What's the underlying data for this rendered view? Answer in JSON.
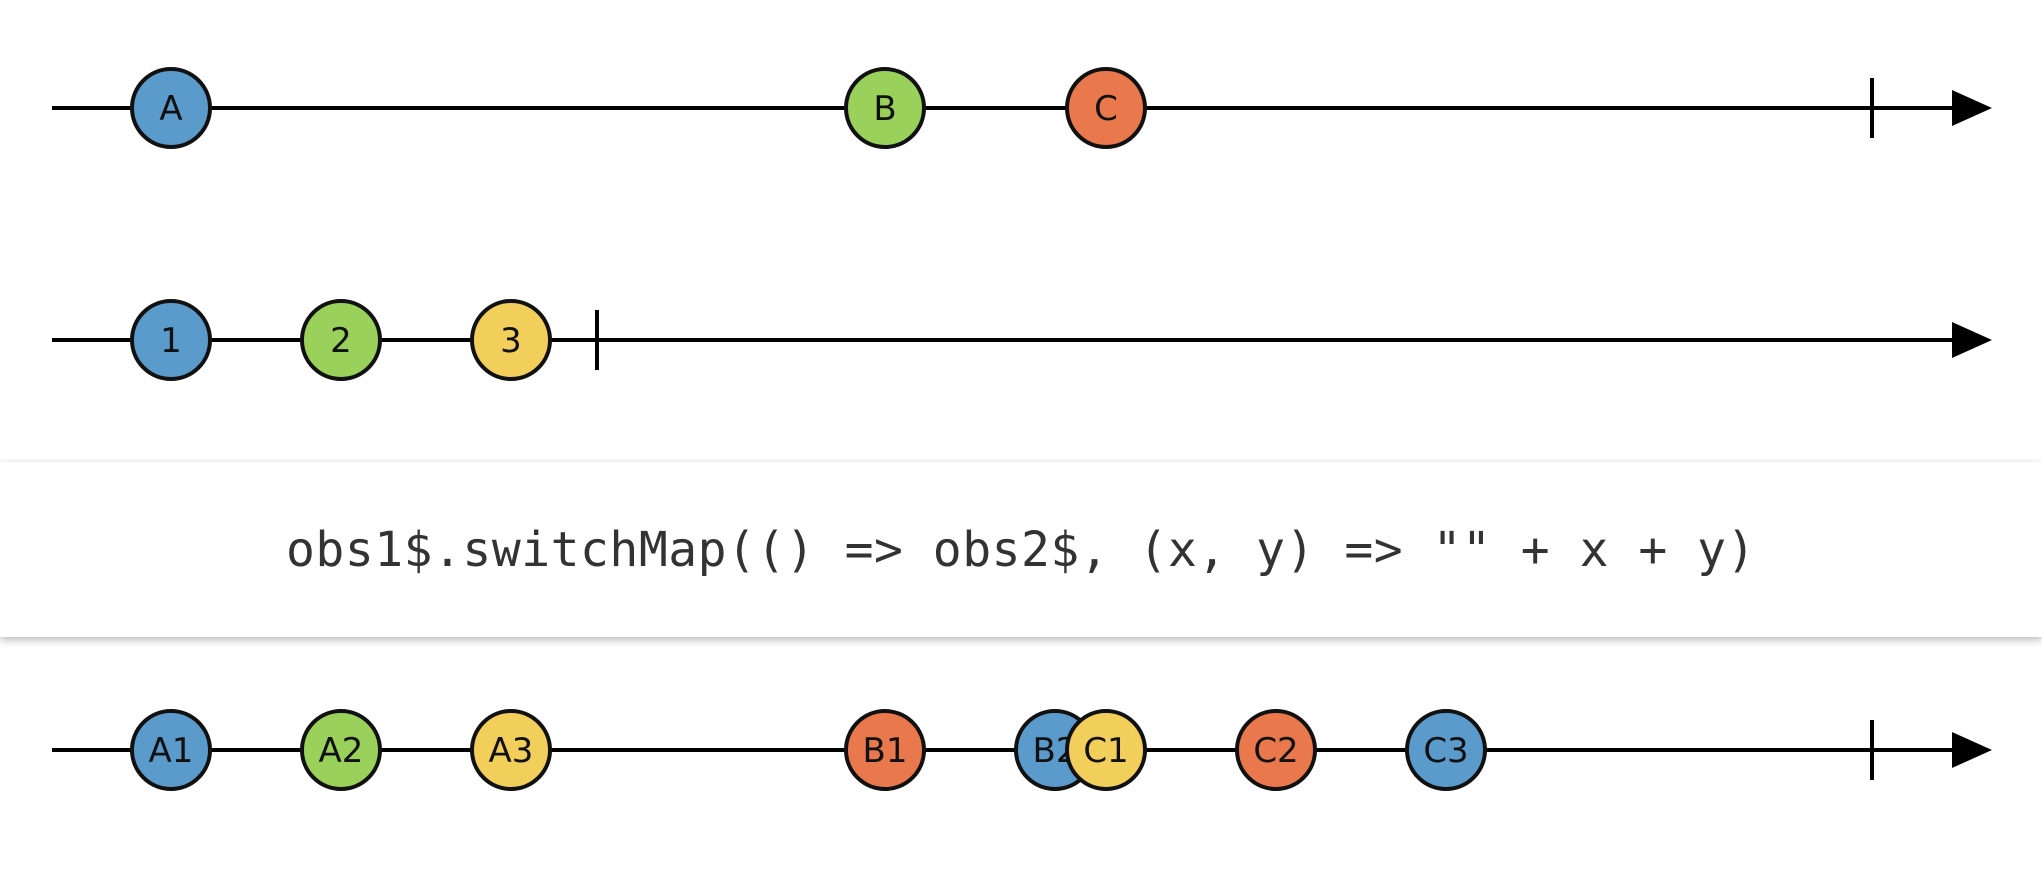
{
  "colors": {
    "blue": "#5b9bcc",
    "green": "#99d15b",
    "orange": "#e9784c",
    "yellow": "#f2cf5b",
    "line": "#000000"
  },
  "operator": {
    "text": "obs1$.switchMap(() => obs2$, (x, y) => \"\" + x + y)"
  },
  "timelines": [
    {
      "name": "source-observable",
      "complete": true,
      "marbles": [
        {
          "label": "A",
          "color": "blue"
        },
        {
          "label": "B",
          "color": "green"
        },
        {
          "label": "C",
          "color": "orange"
        }
      ]
    },
    {
      "name": "inner-observable",
      "complete": true,
      "marbles": [
        {
          "label": "1",
          "color": "blue"
        },
        {
          "label": "2",
          "color": "green"
        },
        {
          "label": "3",
          "color": "yellow"
        }
      ]
    },
    {
      "name": "result-observable",
      "complete": true,
      "marbles": [
        {
          "label": "A1",
          "color": "blue"
        },
        {
          "label": "A2",
          "color": "green"
        },
        {
          "label": "A3",
          "color": "yellow"
        },
        {
          "label": "B1",
          "color": "orange"
        },
        {
          "label": "B2",
          "color": "blue"
        },
        {
          "label": "C1",
          "color": "yellow"
        },
        {
          "label": "C2",
          "color": "orange"
        },
        {
          "label": "C3",
          "color": "blue"
        }
      ]
    }
  ]
}
